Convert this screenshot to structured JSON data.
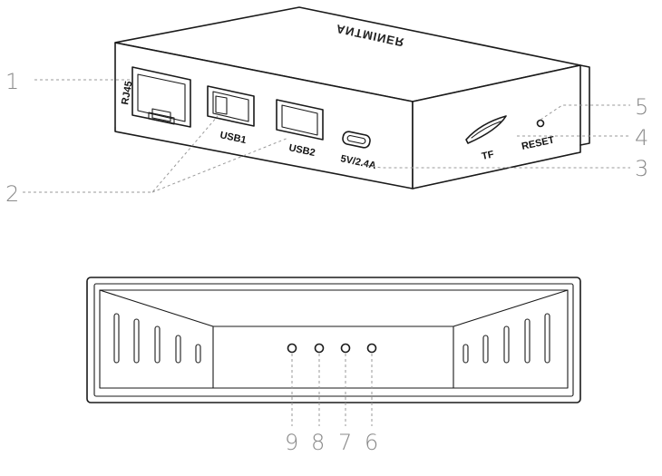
{
  "diagram": {
    "brand_text": "ANTMINER",
    "port_labels": {
      "rj45": "RJ45",
      "usb1": "USB1",
      "usb2": "USB2",
      "power": "5V/2.4A",
      "tf": "TF",
      "reset": "RESET"
    },
    "callouts": [
      "1",
      "2",
      "3",
      "4",
      "5",
      "6",
      "7",
      "8",
      "9"
    ]
  }
}
